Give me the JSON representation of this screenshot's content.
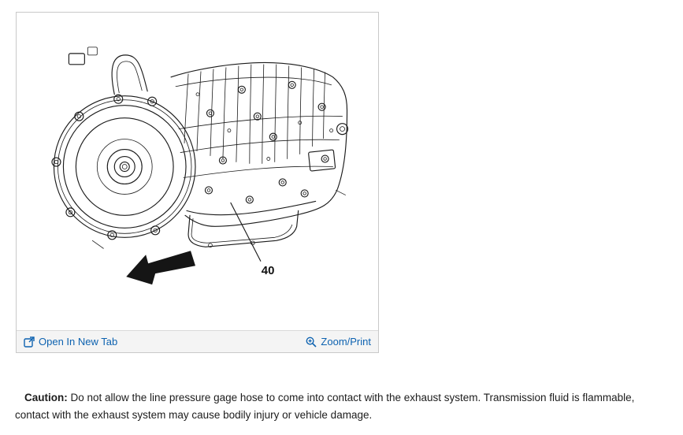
{
  "panel": {
    "open_in_new_tab_label": "Open In New Tab",
    "zoom_print_label": "Zoom/Print"
  },
  "diagram": {
    "part_label": "40"
  },
  "caution": {
    "label": "Caution:",
    "text": " Do not allow the line pressure gage hose to come into contact with the exhaust system. Transmission fluid is flammable, contact with the exhaust system may cause bodily injury or vehicle damage."
  },
  "colors": {
    "link": "#0d62b0",
    "panel_border": "#c9c9c9",
    "footer_bg": "#f4f4f4",
    "line": "#1b1b1b"
  }
}
